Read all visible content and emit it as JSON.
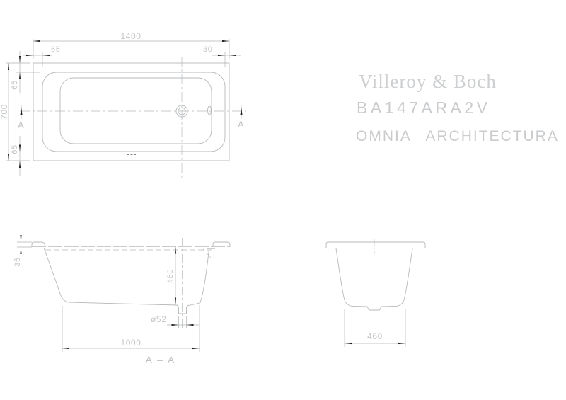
{
  "brand": {
    "name": "Villeroy & Boch",
    "model": "BA147ARA2V",
    "series": "OMNIA ARCHITECTURA"
  },
  "plan": {
    "length": "1400",
    "left_offset": "65",
    "right_offset": "30",
    "width": "700",
    "top_offset": "65",
    "bottom_offset": "65",
    "section_letter": "A"
  },
  "section": {
    "rim_height": "35",
    "depth": "460",
    "drain_diameter": "ø52",
    "bottom_length": "1000",
    "caption": "A – A"
  },
  "end_view": {
    "bottom_width": "460"
  },
  "colors": {
    "line": "#b6b9bb",
    "dim_line": "#b0b3b5",
    "text": "#c3c6c8",
    "arrow": "#222222",
    "background": "#ffffff"
  }
}
